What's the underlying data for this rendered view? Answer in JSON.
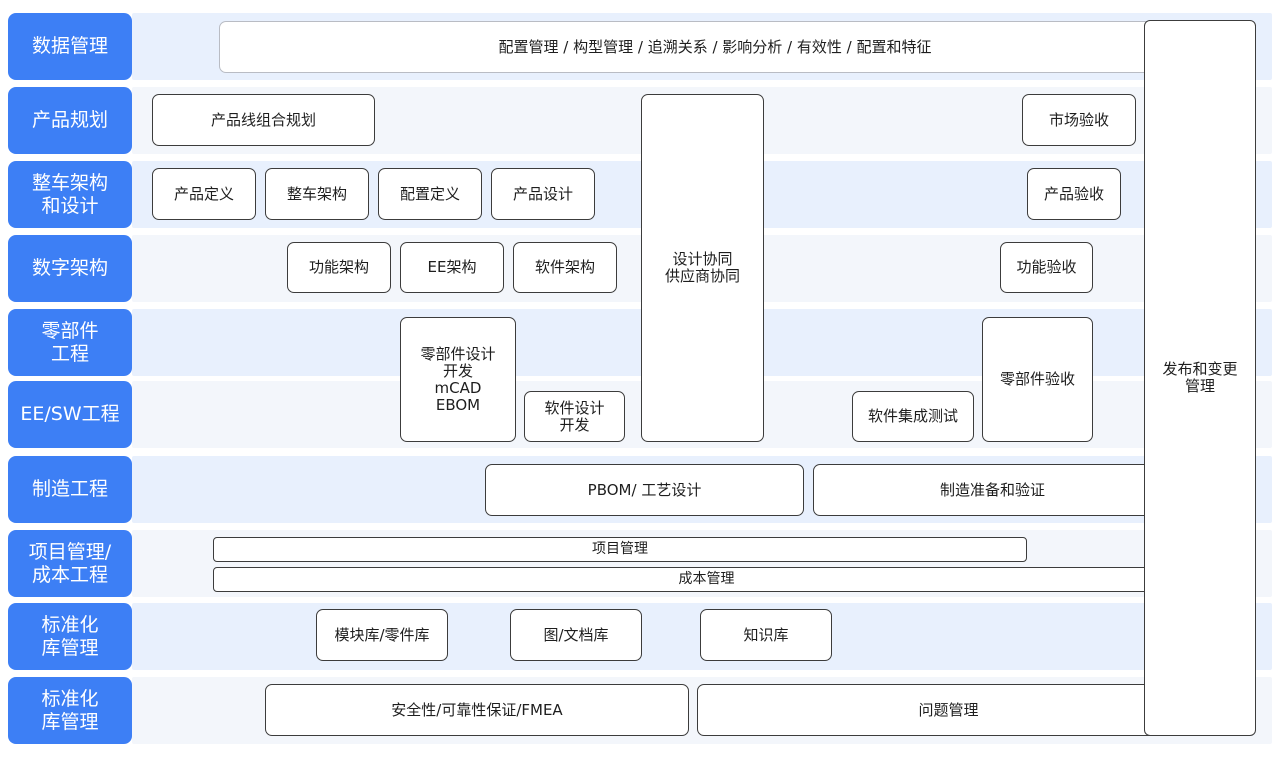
{
  "colors": {
    "label_bg": "#3d7ff5",
    "band_blue": "#e8f0fd",
    "band_light": "#f3f6fb",
    "box_border": "#3c3c3c"
  },
  "rows": [
    {
      "label": "数据管理"
    },
    {
      "label": "产品规划"
    },
    {
      "label": "整车架构\n和设计"
    },
    {
      "label": "数字架构"
    },
    {
      "label": "零部件\n工程"
    },
    {
      "label": "EE/SW工程"
    },
    {
      "label": "制造工程"
    },
    {
      "label": "项目管理/\n成本工程"
    },
    {
      "label": "标准化\n库管理"
    },
    {
      "label": "标准化\n库管理"
    }
  ],
  "boxes": {
    "data_mgmt": "配置管理 / 构型管理 / 追溯关系 / 影响分析 / 有效性 / 配置和特征",
    "product_line_planning": "产品线组合规划",
    "market_acceptance": "市场验收",
    "product_definition": "产品定义",
    "vehicle_architecture": "整车架构",
    "config_definition": "配置定义",
    "product_design": "产品设计",
    "product_acceptance": "产品验收",
    "function_architecture": "功能架构",
    "ee_architecture": "EE架构",
    "software_architecture": "软件架构",
    "function_acceptance": "功能验收",
    "design_collaboration": "设计协同\n供应商协同",
    "part_design_dev": "零部件设计\n开发\nmCAD\nEBOM",
    "software_design_dev": "软件设计\n开发",
    "software_integration_test": "软件集成测试",
    "part_acceptance": "零部件验收",
    "pbom_process": "PBOM/ 工艺设计",
    "mfg_prep_validation": "制造准备和验证",
    "project_mgmt": "项目管理",
    "cost_mgmt": "成本管理",
    "module_part_lib": "模块库/零件库",
    "drawing_doc_lib": "图/文档库",
    "knowledge_lib": "知识库",
    "safety_fmea": "安全性/可靠性保证/FMEA",
    "issue_mgmt": "问题管理",
    "release_change_mgmt": "发布和变更\n管理"
  }
}
